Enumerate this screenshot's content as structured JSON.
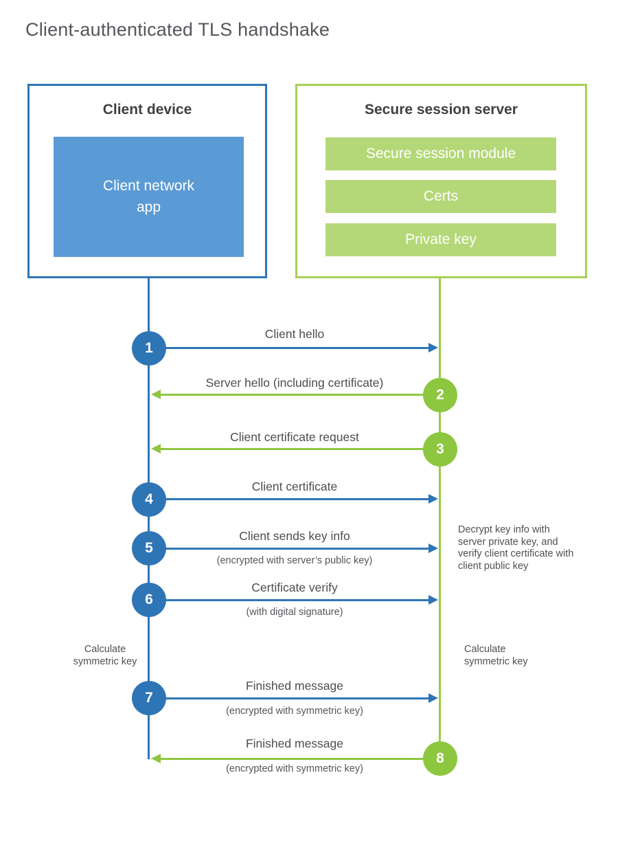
{
  "title": "Client-authenticated TLS handshake",
  "client": {
    "title": "Client device",
    "app_label": "Client network\napp"
  },
  "server": {
    "title": "Secure session server",
    "modules": [
      "Secure session module",
      "Certs",
      "Private key"
    ]
  },
  "steps": [
    {
      "num": "1",
      "label": "Client hello",
      "sub": "",
      "direction": "client-to-server",
      "color": "blue"
    },
    {
      "num": "2",
      "label": "Server hello (including certificate)",
      "sub": "",
      "direction": "server-to-client",
      "color": "green"
    },
    {
      "num": "3",
      "label": "Client certificate request",
      "sub": "",
      "direction": "server-to-client",
      "color": "green"
    },
    {
      "num": "4",
      "label": "Client certificate",
      "sub": "",
      "direction": "client-to-server",
      "color": "blue"
    },
    {
      "num": "5",
      "label": "Client sends key info",
      "sub": "(encrypted with server’s public key)",
      "direction": "client-to-server",
      "color": "blue"
    },
    {
      "num": "6",
      "label": "Certificate verify",
      "sub": "(with digital signature)",
      "direction": "client-to-server",
      "color": "blue"
    },
    {
      "num": "7",
      "label": "Finished message",
      "sub": "(encrypted with symmetric key)",
      "direction": "client-to-server",
      "color": "blue"
    },
    {
      "num": "8",
      "label": "Finished message",
      "sub": "(encrypted with symmetric key)",
      "direction": "server-to-client",
      "color": "green"
    }
  ],
  "notes": {
    "decrypt": "Decrypt key info with server private key, and verify client certificate with client public key",
    "calc_left": "Calculate symmetric key",
    "calc_right": "Calculate symmetric key"
  },
  "colors": {
    "client_blue": "#2e75b6",
    "client_fill_blue": "#5b9bd5",
    "server_border_green": "#a6d155",
    "server_fill_green": "#b4d877",
    "step_green": "#8dc63f",
    "heading_text": "#3f4043",
    "label_text": "#4c4d51"
  }
}
